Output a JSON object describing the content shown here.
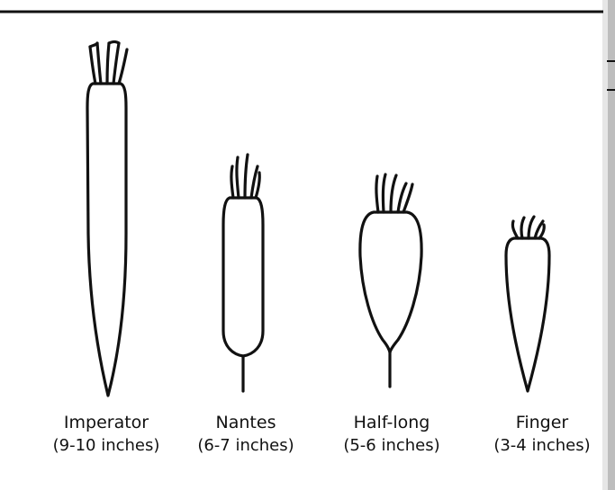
{
  "carrots": [
    {
      "name": "Imperator",
      "size": "(9-10 inches)"
    },
    {
      "name": "Nantes",
      "size": "(6-7 inches)"
    },
    {
      "name": "Half-long",
      "size": "(5-6 inches)"
    },
    {
      "name": "Finger",
      "size": "(3-4 inches)"
    }
  ],
  "colors": {
    "ink": "#111111",
    "paper": "#ffffff",
    "edge": "#bdbdbd"
  }
}
